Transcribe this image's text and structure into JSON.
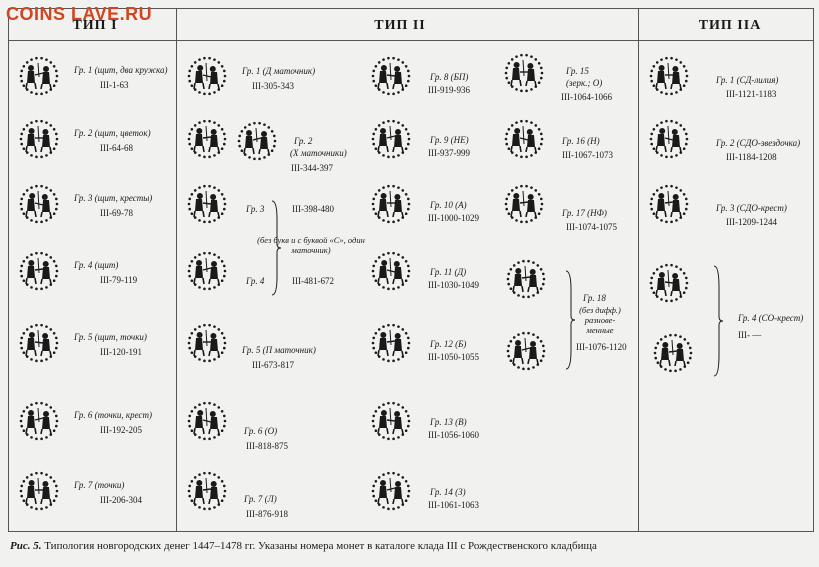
{
  "watermark": "COINS LAVE.RU",
  "headers": {
    "type1": "ТИП I",
    "type2": "ТИП II",
    "type2a": "ТИП IIA"
  },
  "type1": [
    {
      "label": "Гр. 1 (щит, два кружка)",
      "num": "III-1-63"
    },
    {
      "label": "Гр. 2 (щит, цветок)",
      "num": "III-64-68"
    },
    {
      "label": "Гр. 3 (щит, кресты)",
      "num": "III-69-78"
    },
    {
      "label": "Гр. 4 (щит)",
      "num": "III-79-119"
    },
    {
      "label": "Гр. 5 (щит, точки)",
      "num": "III-120-191"
    },
    {
      "label": "Гр. 6 (точки, крест)",
      "num": "III-192-205"
    },
    {
      "label": "Гр. 7 (точки)",
      "num": "III-206-304"
    }
  ],
  "type2_col1": [
    {
      "label": "Гр. 1 (Д маточник)",
      "num": "III-305-343"
    },
    {
      "label": "Гр. 2",
      "label2": "(Х маточники)",
      "num": "III-344-397"
    },
    {
      "label": "Гр. 3",
      "num": "III-398-480"
    },
    {
      "label": "Гр. 4",
      "num": "III-481-672"
    },
    {
      "label": "Гр. 5 (П маточник)",
      "num": "III-673-817"
    },
    {
      "label": "Гр. 6 (О)",
      "num": "III-818-875"
    },
    {
      "label": "Гр. 7 (Л)",
      "num": "III-876-918"
    }
  ],
  "type2_note": "(без букв и с буквой «С», один маточник)",
  "type2_col2": [
    {
      "label": "Гр. 8 (БП)",
      "num": "III-919-936"
    },
    {
      "label": "Гр. 9 (НЕ)",
      "num": "III-937-999"
    },
    {
      "label": "Гр. 10 (А)",
      "num": "III-1000-1029"
    },
    {
      "label": "Гр. 11 (Д)",
      "num": "III-1030-1049"
    },
    {
      "label": "Гр. 12 (Б)",
      "num": "III-1050-1055"
    },
    {
      "label": "Гр. 13 (В)",
      "num": "III-1056-1060"
    },
    {
      "label": "Гр. 14 (З)",
      "num": "III-1061-1063"
    }
  ],
  "type2_col3": [
    {
      "label": "Гр. 15",
      "label2": "(зерк.; О)",
      "num": "III-1064-1066"
    },
    {
      "label": "Гр. 16 (Н)",
      "num": "III-1067-1073"
    },
    {
      "label": "Гр. 17 (НФ)",
      "num": "III-1074-1075"
    }
  ],
  "type2_group18": {
    "label": "Гр. 18",
    "note": "(без дифф.) разнове-менные",
    "num": "III-1076-1120"
  },
  "type2a": [
    {
      "label": "Гр. 1 (СД-лилия)",
      "num": "III-1121-1183"
    },
    {
      "label": "Гр. 2 (СДО-звездочка)",
      "num": "III-1184-1208"
    },
    {
      "label": "Гр. 3 (СДО-крест)",
      "num": "III-1209-1244"
    },
    {
      "label": "Гр. 4 (СО-крест)",
      "num": "III- —"
    }
  ],
  "caption": {
    "fig": "Рис. 5.",
    "text": " Типология новгородских денег 1447–1478 гг. Указаны номера монет в каталоге клада III с Рождественского кладбища"
  },
  "colors": {
    "ink": "#1a1a1a",
    "paper": "#f1f1ef",
    "watermark": "#d2451e"
  }
}
